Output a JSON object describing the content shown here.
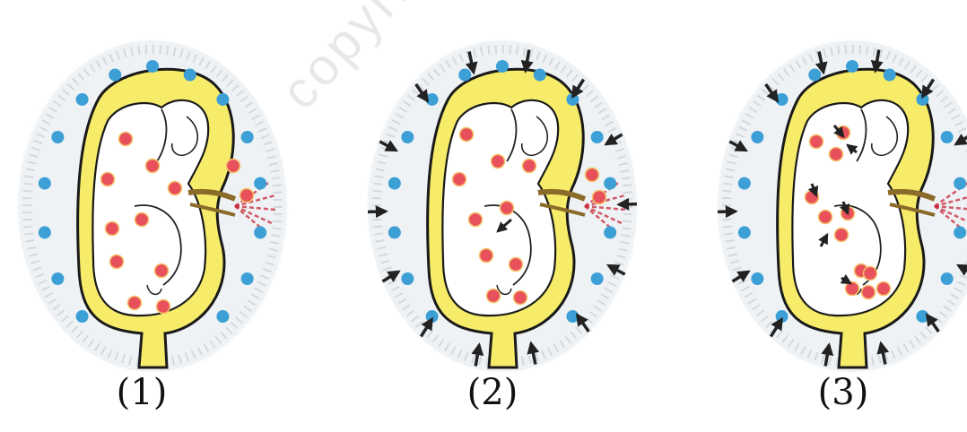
{
  "figure": {
    "panels": [
      {
        "label": "(1)",
        "arrows": false
      },
      {
        "label": "(2)",
        "arrows": true
      },
      {
        "label": "(3)",
        "arrows": true
      }
    ]
  },
  "colors": {
    "sac_fill": "#f6ec6a",
    "sac_stroke": "#1a1a1a",
    "embryo_fill": "#ffffff",
    "red_dot": "#e8505c",
    "blue_dot": "#3c9fd6",
    "arrow": "#222222",
    "vessel": "#c8283a"
  },
  "watermark": {
    "text": "copyright"
  }
}
